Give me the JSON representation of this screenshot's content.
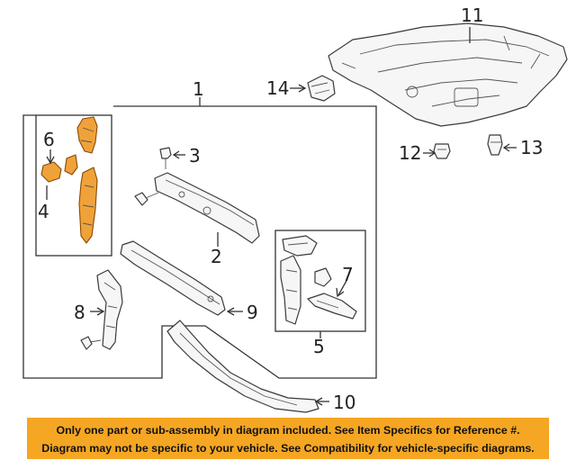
{
  "callouts": {
    "c1": "1",
    "c2": "2",
    "c3": "3",
    "c4": "4",
    "c5": "5",
    "c6": "6",
    "c7": "7",
    "c8": "8",
    "c9": "9",
    "c10": "10",
    "c11": "11",
    "c12": "12",
    "c13": "13",
    "c14": "14"
  },
  "banner": {
    "line1": "Only one part or sub-assembly in diagram included. See Item Specifics for Reference #.",
    "line2": "Diagram may not be specific to your vehicle. See Compatibility for vehicle-specific diagrams."
  },
  "colors": {
    "highlight": "#f0a23a",
    "banner": "#f5a623"
  }
}
